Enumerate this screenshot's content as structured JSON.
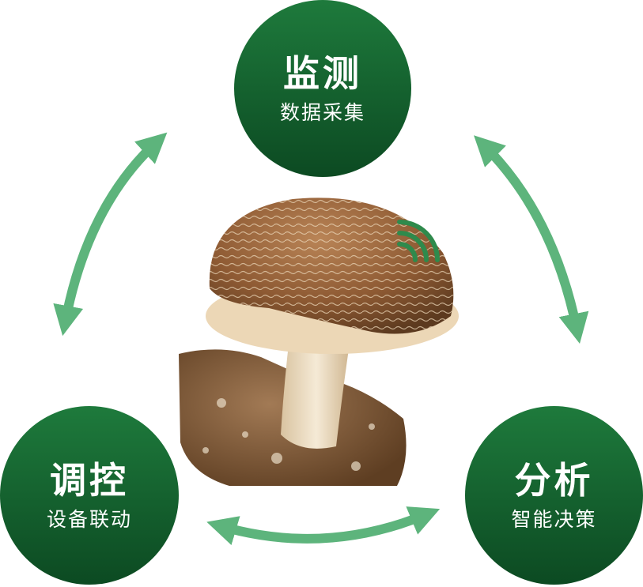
{
  "colors": {
    "node_top": "#1e7a3c",
    "node_bottom": "#0c4a22",
    "arrow": "#5db47c",
    "signal": "#2f8a4c",
    "cap": "#8e5a33",
    "stem": "#f2e4cc",
    "substrate": "#7a5232"
  },
  "nodes": {
    "monitor": {
      "title": "监测",
      "subtitle": "数据采集"
    },
    "control": {
      "title": "调控",
      "subtitle": "设备联动"
    },
    "analyze": {
      "title": "分析",
      "subtitle": "智能决策"
    }
  },
  "icons": {
    "signal": "wifi-signal-icon",
    "center": "mushroom-icon"
  }
}
